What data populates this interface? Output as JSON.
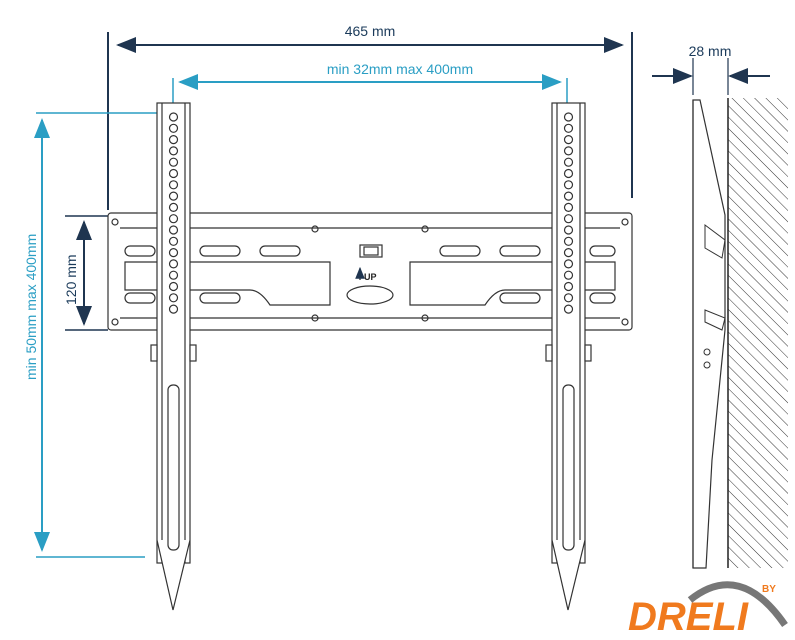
{
  "dimensions": {
    "width": "465 mm",
    "vesa_horizontal": "min 32mm max 400mm",
    "depth": "28 mm",
    "plate_height": "120 mm",
    "vesa_vertical": "min 50mm max 400mm"
  },
  "plate": {
    "up_label": "UP"
  },
  "logo": {
    "name": "DRELI",
    "by": "BY"
  },
  "colors": {
    "dark_line": "#1f3550",
    "cyan_line": "#2a9ec4",
    "logo_orange": "#f07a1e",
    "logo_gray": "#777777"
  }
}
